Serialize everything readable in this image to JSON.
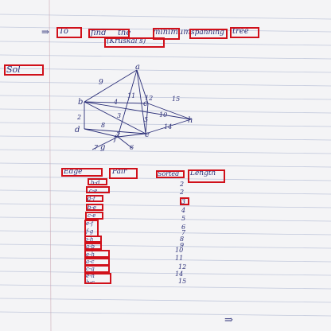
{
  "heading": {
    "arrow": "⇒",
    "word1": "To",
    "word2": "find",
    "word3": "the",
    "word4": "minimum",
    "word5": "spanning",
    "word6": "tree",
    "sub": "(Kruskal's)"
  },
  "step_label": "Sol",
  "graph": {
    "nodes": [
      "a",
      "b",
      "c",
      "d",
      "e",
      "f",
      "g",
      "h"
    ],
    "edge_weights": [
      "9",
      "11",
      "4",
      "12",
      "15",
      "2",
      "3",
      "5",
      "10",
      "8",
      "14",
      "2",
      "7",
      "6"
    ]
  },
  "table": {
    "left_heading_1": "Edge",
    "left_heading_2": "Pair",
    "right_heading_1": "Sorted",
    "right_heading_2": "Length",
    "pairs": [
      "b-d",
      "c-e",
      "d-f",
      "b-e",
      "c-e",
      "e-f",
      "f-g",
      "b-h",
      "a-b",
      "e-h",
      "a-c",
      "c-g",
      "e-h",
      "b-c"
    ],
    "lengths": [
      "2",
      "2",
      "3",
      "4",
      "5",
      "6",
      "7",
      "8",
      "9",
      "10",
      "11",
      "12",
      "14",
      "15"
    ]
  },
  "footer_arrow": "⇒"
}
